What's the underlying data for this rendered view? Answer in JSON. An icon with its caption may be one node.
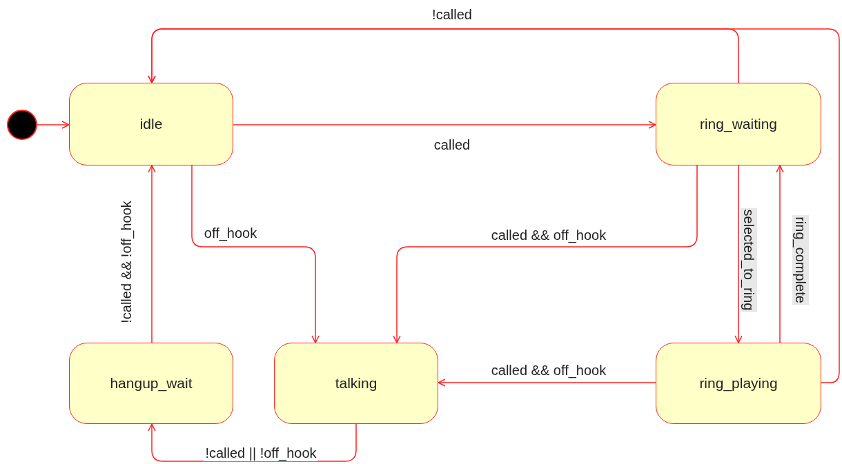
{
  "diagram": {
    "nodes": [
      {
        "text": [],
        "shape": "circle"
      },
      {
        "text": [
          "idle"
        ]
      },
      {
        "text": [
          "ring_waiting"
        ]
      },
      {
        "text": [
          "hangup_wait"
        ]
      },
      {
        "text": [
          "talking"
        ]
      },
      {
        "text": [
          "ring_playing"
        ]
      }
    ],
    "edges": [
      {
        "from": 0,
        "to": 1,
        "arrow": "to"
      },
      {
        "from": 1,
        "to": 2,
        "arrow": "to",
        "label": "called"
      },
      {
        "from": 2,
        "to": 1,
        "arrow": "to",
        "label": "!called"
      },
      {
        "from": 5,
        "to": 1,
        "arrow": "to"
      },
      {
        "from": 1,
        "to": 4,
        "arrow": "to",
        "label": "off_hook"
      },
      {
        "from": 2,
        "to": 4,
        "arrow": "to",
        "label": "called && off_hook"
      },
      {
        "from": 2,
        "to": 5,
        "arrow": "to",
        "label": "selected_to_ring"
      },
      {
        "from": 5,
        "to": 2,
        "arrow": "to",
        "label": "ring_complete"
      },
      {
        "from": 5,
        "to": 4,
        "arrow": "to",
        "label": "called && off_hook"
      },
      {
        "from": 4,
        "to": 3,
        "arrow": "to",
        "label": "!called || !off_hook"
      },
      {
        "from": 3,
        "to": 1,
        "arrow": "to",
        "label": "!called && !off_hook"
      }
    ]
  }
}
